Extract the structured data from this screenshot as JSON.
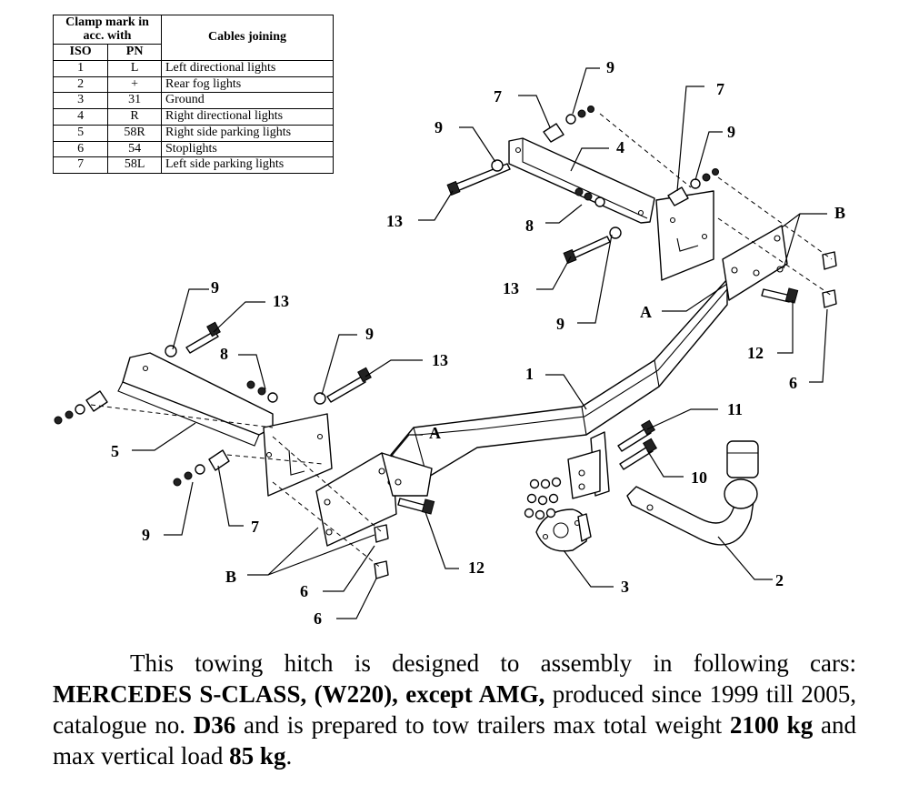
{
  "table": {
    "headers": {
      "clamp_mark": "Clamp mark in acc. with",
      "cables_joining": "Cables joining",
      "iso": "ISO",
      "pn": "PN"
    },
    "rows": [
      {
        "iso": "1",
        "pn": "L",
        "cable": "Left directional lights"
      },
      {
        "iso": "2",
        "pn": "+",
        "cable": "Rear fog lights"
      },
      {
        "iso": "3",
        "pn": "31",
        "cable": "Ground"
      },
      {
        "iso": "4",
        "pn": "R",
        "cable": "Right directional lights"
      },
      {
        "iso": "5",
        "pn": "58R",
        "cable": "Right side parking lights"
      },
      {
        "iso": "6",
        "pn": "54",
        "cable": "Stoplights"
      },
      {
        "iso": "7",
        "pn": "58L",
        "cable": "Left side parking lights"
      }
    ]
  },
  "callouts": {
    "c9_top": "9",
    "c7_top_left": "7",
    "c7_top_right": "7",
    "c9_mid_top": "9",
    "c9_right_top": "9",
    "c4": "4",
    "c13_mid": "13",
    "c8_mid": "8",
    "cB_right": "B",
    "c13_right": "13",
    "c9_right_low": "9",
    "cA_right": "A",
    "c12_right": "12",
    "c6_right": "6",
    "c9_left": "9",
    "c13_left": "13",
    "c9_left_mid": "9",
    "c8_left": "8",
    "c13_left_mid": "13",
    "c1": "1",
    "c11": "11",
    "cA_left": "A",
    "c5": "5",
    "c10": "10",
    "c9_bottom": "9",
    "c7_bottom": "7",
    "c12_bottom": "12",
    "cB_left": "B",
    "c6_bottom1": "6",
    "c3": "3",
    "c2": "2",
    "c6_bottom2": "6"
  },
  "description": {
    "intro": "This towing hitch is designed to assembly in following cars:",
    "car_model": "MERCEDES S-CLASS, (W220), except AMG,",
    "produced": " produced since 1999 till 2005, catalogue no. ",
    "catalogue_no": "D36",
    "prepared": " and is prepared to tow trailers max total weight ",
    "max_weight": "2100 kg",
    "and_vertical": " and max vertical load ",
    "vertical_load": "85 kg",
    "end": "."
  }
}
